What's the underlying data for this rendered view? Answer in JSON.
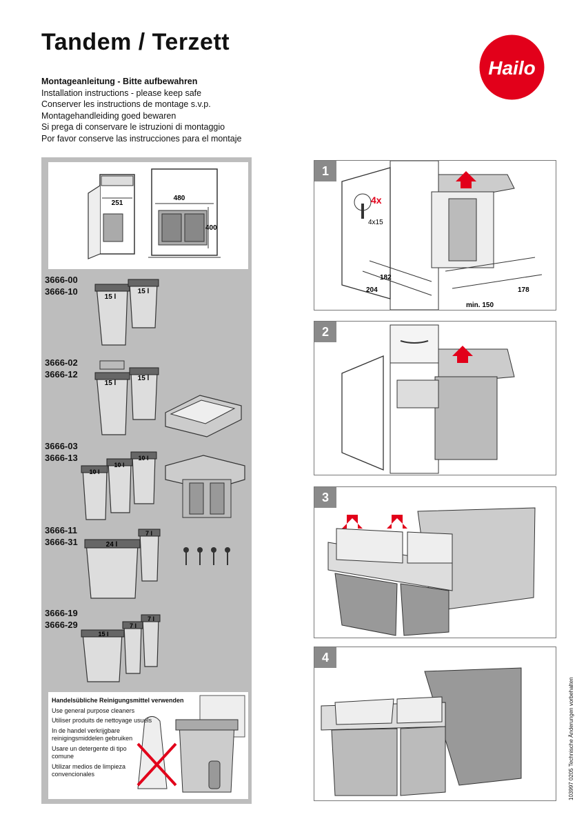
{
  "header": {
    "title": "Tandem / Terzett",
    "logo_text": "Hailo",
    "logo_color": "#e2001a"
  },
  "instructions": [
    "Montageanleitung - Bitte aufbewahren",
    "Installation instructions - please keep safe",
    "Conserver les instructions de montage s.v.p.",
    "Montagehandleiding goed bewaren",
    "Si prega di conservare le istruzioni di montaggio",
    "Por favor conserve las instrucciones para el montaje"
  ],
  "dimensions": {
    "width_inner": "251",
    "width": "480",
    "height": "400"
  },
  "products": [
    {
      "codes": [
        "3666-00",
        "3666-10"
      ],
      "bins": [
        "15 l",
        "15 l"
      ]
    },
    {
      "codes": [
        "3666-02",
        "3666-12"
      ],
      "bins": [
        "15 l",
        "15 l"
      ]
    },
    {
      "codes": [
        "3666-03",
        "3666-13"
      ],
      "bins": [
        "10 l",
        "10 l",
        "10 l"
      ]
    },
    {
      "codes": [
        "3666-11",
        "3666-31"
      ],
      "bins": [
        "24 l",
        "7 l"
      ]
    },
    {
      "codes": [
        "3666-19",
        "3666-29"
      ],
      "bins": [
        "15 l",
        "7 l",
        "7 l"
      ]
    }
  ],
  "cleaning": [
    "Handelsübliche Reinigungsmittel verwenden",
    "Use general purpose cleaners",
    "Utiliser produits de nettoyage usuels",
    "In de handel verkrijgbare reinigingsmiddelen gebruiken",
    "Usare un detergente di tipo comune",
    "Utilizar medios de limpieza convencionales"
  ],
  "steps": [
    {
      "number": "1",
      "screw_count": "4x",
      "screw_size": "4x15",
      "dims": [
        "204",
        "182",
        "min. 150",
        "178"
      ]
    },
    {
      "number": "2"
    },
    {
      "number": "3"
    },
    {
      "number": "4"
    }
  ],
  "footer": {
    "side_text": "103997 0205 Technische Änderungen vorbehalten"
  }
}
